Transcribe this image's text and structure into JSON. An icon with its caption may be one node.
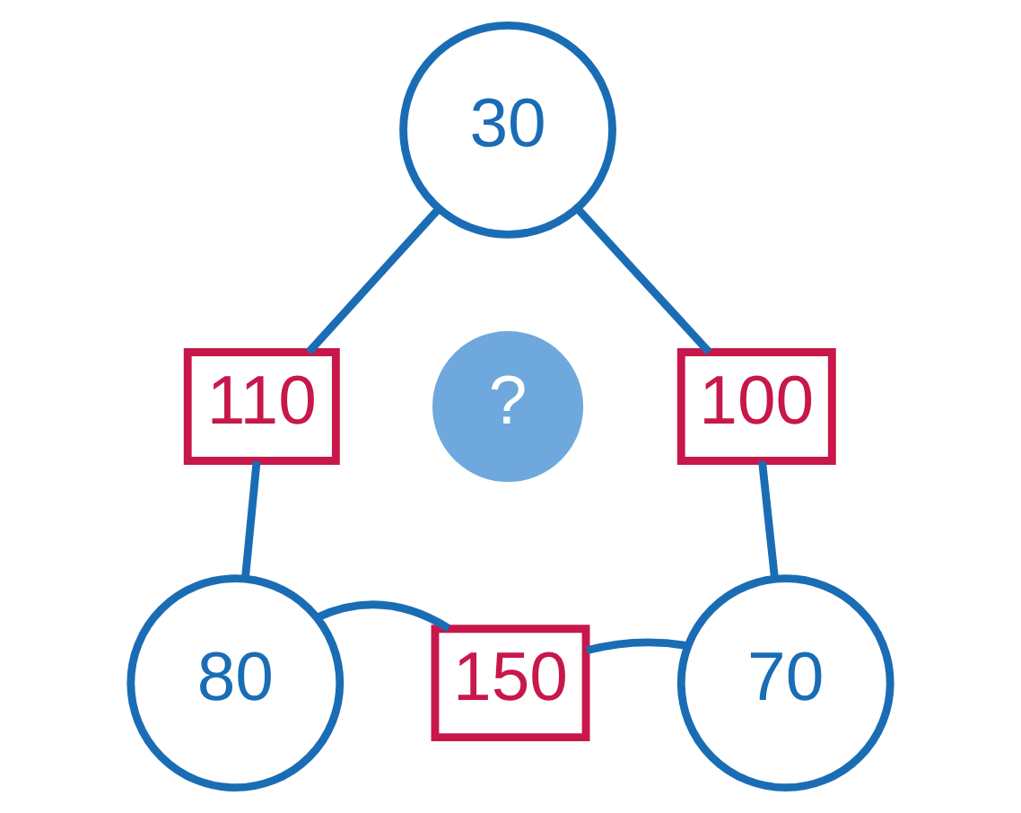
{
  "diagram": {
    "nodes": [
      {
        "text": [
          "30"
        ]
      },
      {
        "text": [
          "110"
        ]
      },
      {
        "text": [
          "?"
        ]
      },
      {
        "text": [
          "100"
        ]
      },
      {
        "text": [
          "80"
        ]
      },
      {
        "text": [
          "150"
        ]
      },
      {
        "text": [
          "70"
        ]
      }
    ],
    "edges": [
      {
        "from": 0,
        "to": 1,
        "arrow": "none"
      },
      {
        "from": 1,
        "to": 4,
        "arrow": "none"
      },
      {
        "from": 0,
        "to": 3,
        "arrow": "none"
      },
      {
        "from": 3,
        "to": 6,
        "arrow": "none"
      },
      {
        "from": 4,
        "to": 5,
        "arrow": "none"
      },
      {
        "from": 5,
        "to": 6,
        "arrow": "none"
      }
    ]
  }
}
